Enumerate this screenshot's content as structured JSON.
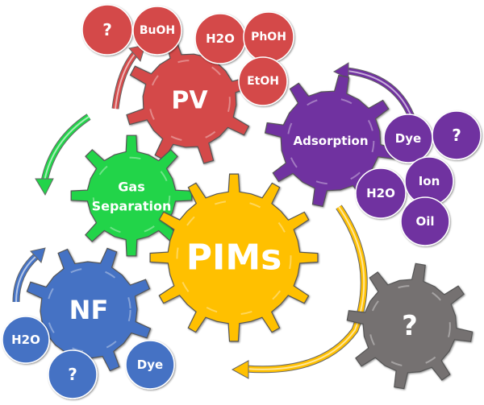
{
  "title": "PIMs applications",
  "colors": {
    "pv": "#d44a4a",
    "adsorption": "#7030a0",
    "gas": "#22d44a",
    "pims": "#ffc000",
    "nf": "#4472c4",
    "unknown": "#757171",
    "text": "#ffffff"
  },
  "gears": [
    {
      "id": "pv",
      "label": "PV",
      "color": "pv"
    },
    {
      "id": "adsorption",
      "label": "Adsorption",
      "color": "adsorption"
    },
    {
      "id": "gas",
      "label_lines": [
        "Gas",
        "Separation"
      ],
      "color": "gas"
    },
    {
      "id": "pims",
      "label": "PIMs",
      "color": "pims"
    },
    {
      "id": "nf",
      "label": "NF",
      "color": "nf"
    },
    {
      "id": "unknown",
      "label": "?",
      "color": "unknown"
    }
  ],
  "bubbles": {
    "pv": [
      "?",
      "BuOH",
      "H2O",
      "PhOH",
      "EtOH"
    ],
    "adsorption": [
      "Dye",
      "?",
      "H2O",
      "Ion",
      "Oil"
    ],
    "nf": [
      "H2O",
      "?",
      "Dye"
    ]
  }
}
